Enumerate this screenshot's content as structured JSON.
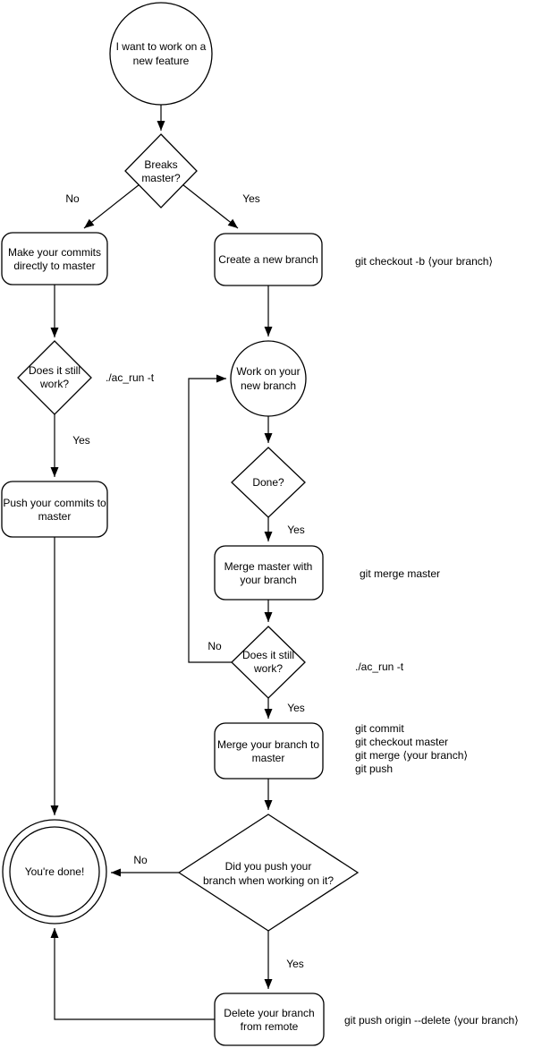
{
  "nodes": {
    "start": {
      "lines": [
        "I want to work on a",
        "new feature"
      ]
    },
    "breaks_master": {
      "lines": [
        "Breaks",
        "master?"
      ]
    },
    "make_commits": {
      "lines": [
        "Make your commits",
        "directly to master"
      ]
    },
    "create_branch": {
      "lines": [
        "Create a new branch"
      ]
    },
    "still_work_left": {
      "lines": [
        "Does it still",
        "work?"
      ]
    },
    "push_commits": {
      "lines": [
        "Push your commits to",
        "master"
      ]
    },
    "work_branch": {
      "lines": [
        "Work on your",
        "new branch"
      ]
    },
    "done_q": {
      "lines": [
        "Done?"
      ]
    },
    "merge_master": {
      "lines": [
        "Merge master with",
        "your branch"
      ]
    },
    "still_work_mid": {
      "lines": [
        "Does it still",
        "work?"
      ]
    },
    "merge_branch": {
      "lines": [
        "Merge your branch to",
        "master"
      ]
    },
    "did_push": {
      "lines": [
        "Did you push your",
        "branch when working on it?"
      ]
    },
    "youre_done": {
      "lines": [
        "You're done!"
      ]
    },
    "delete_remote": {
      "lines": [
        "Delete your branch",
        "from remote"
      ]
    }
  },
  "edge_labels": {
    "breaks_no": "No",
    "breaks_yes": "Yes",
    "still_left_yes": "Yes",
    "done_yes": "Yes",
    "still_mid_no": "No",
    "still_mid_yes": "Yes",
    "did_push_no": "No",
    "did_push_yes": "Yes"
  },
  "annotations": {
    "create_branch_cmd": "git checkout -b ⟨your branch⟩",
    "test_left": "./ac_run -t",
    "merge_master_cmd": "git merge master",
    "test_mid": "./ac_run -t",
    "merge_branch_cmds": [
      "git commit",
      "git checkout master",
      "git merge ⟨your branch⟩",
      "git push"
    ],
    "delete_cmd": "git push origin --delete ⟨your branch⟩"
  },
  "colors": {
    "stroke": "#000000",
    "fill": "#ffffff",
    "text": "#000000",
    "background": "#ffffff"
  }
}
